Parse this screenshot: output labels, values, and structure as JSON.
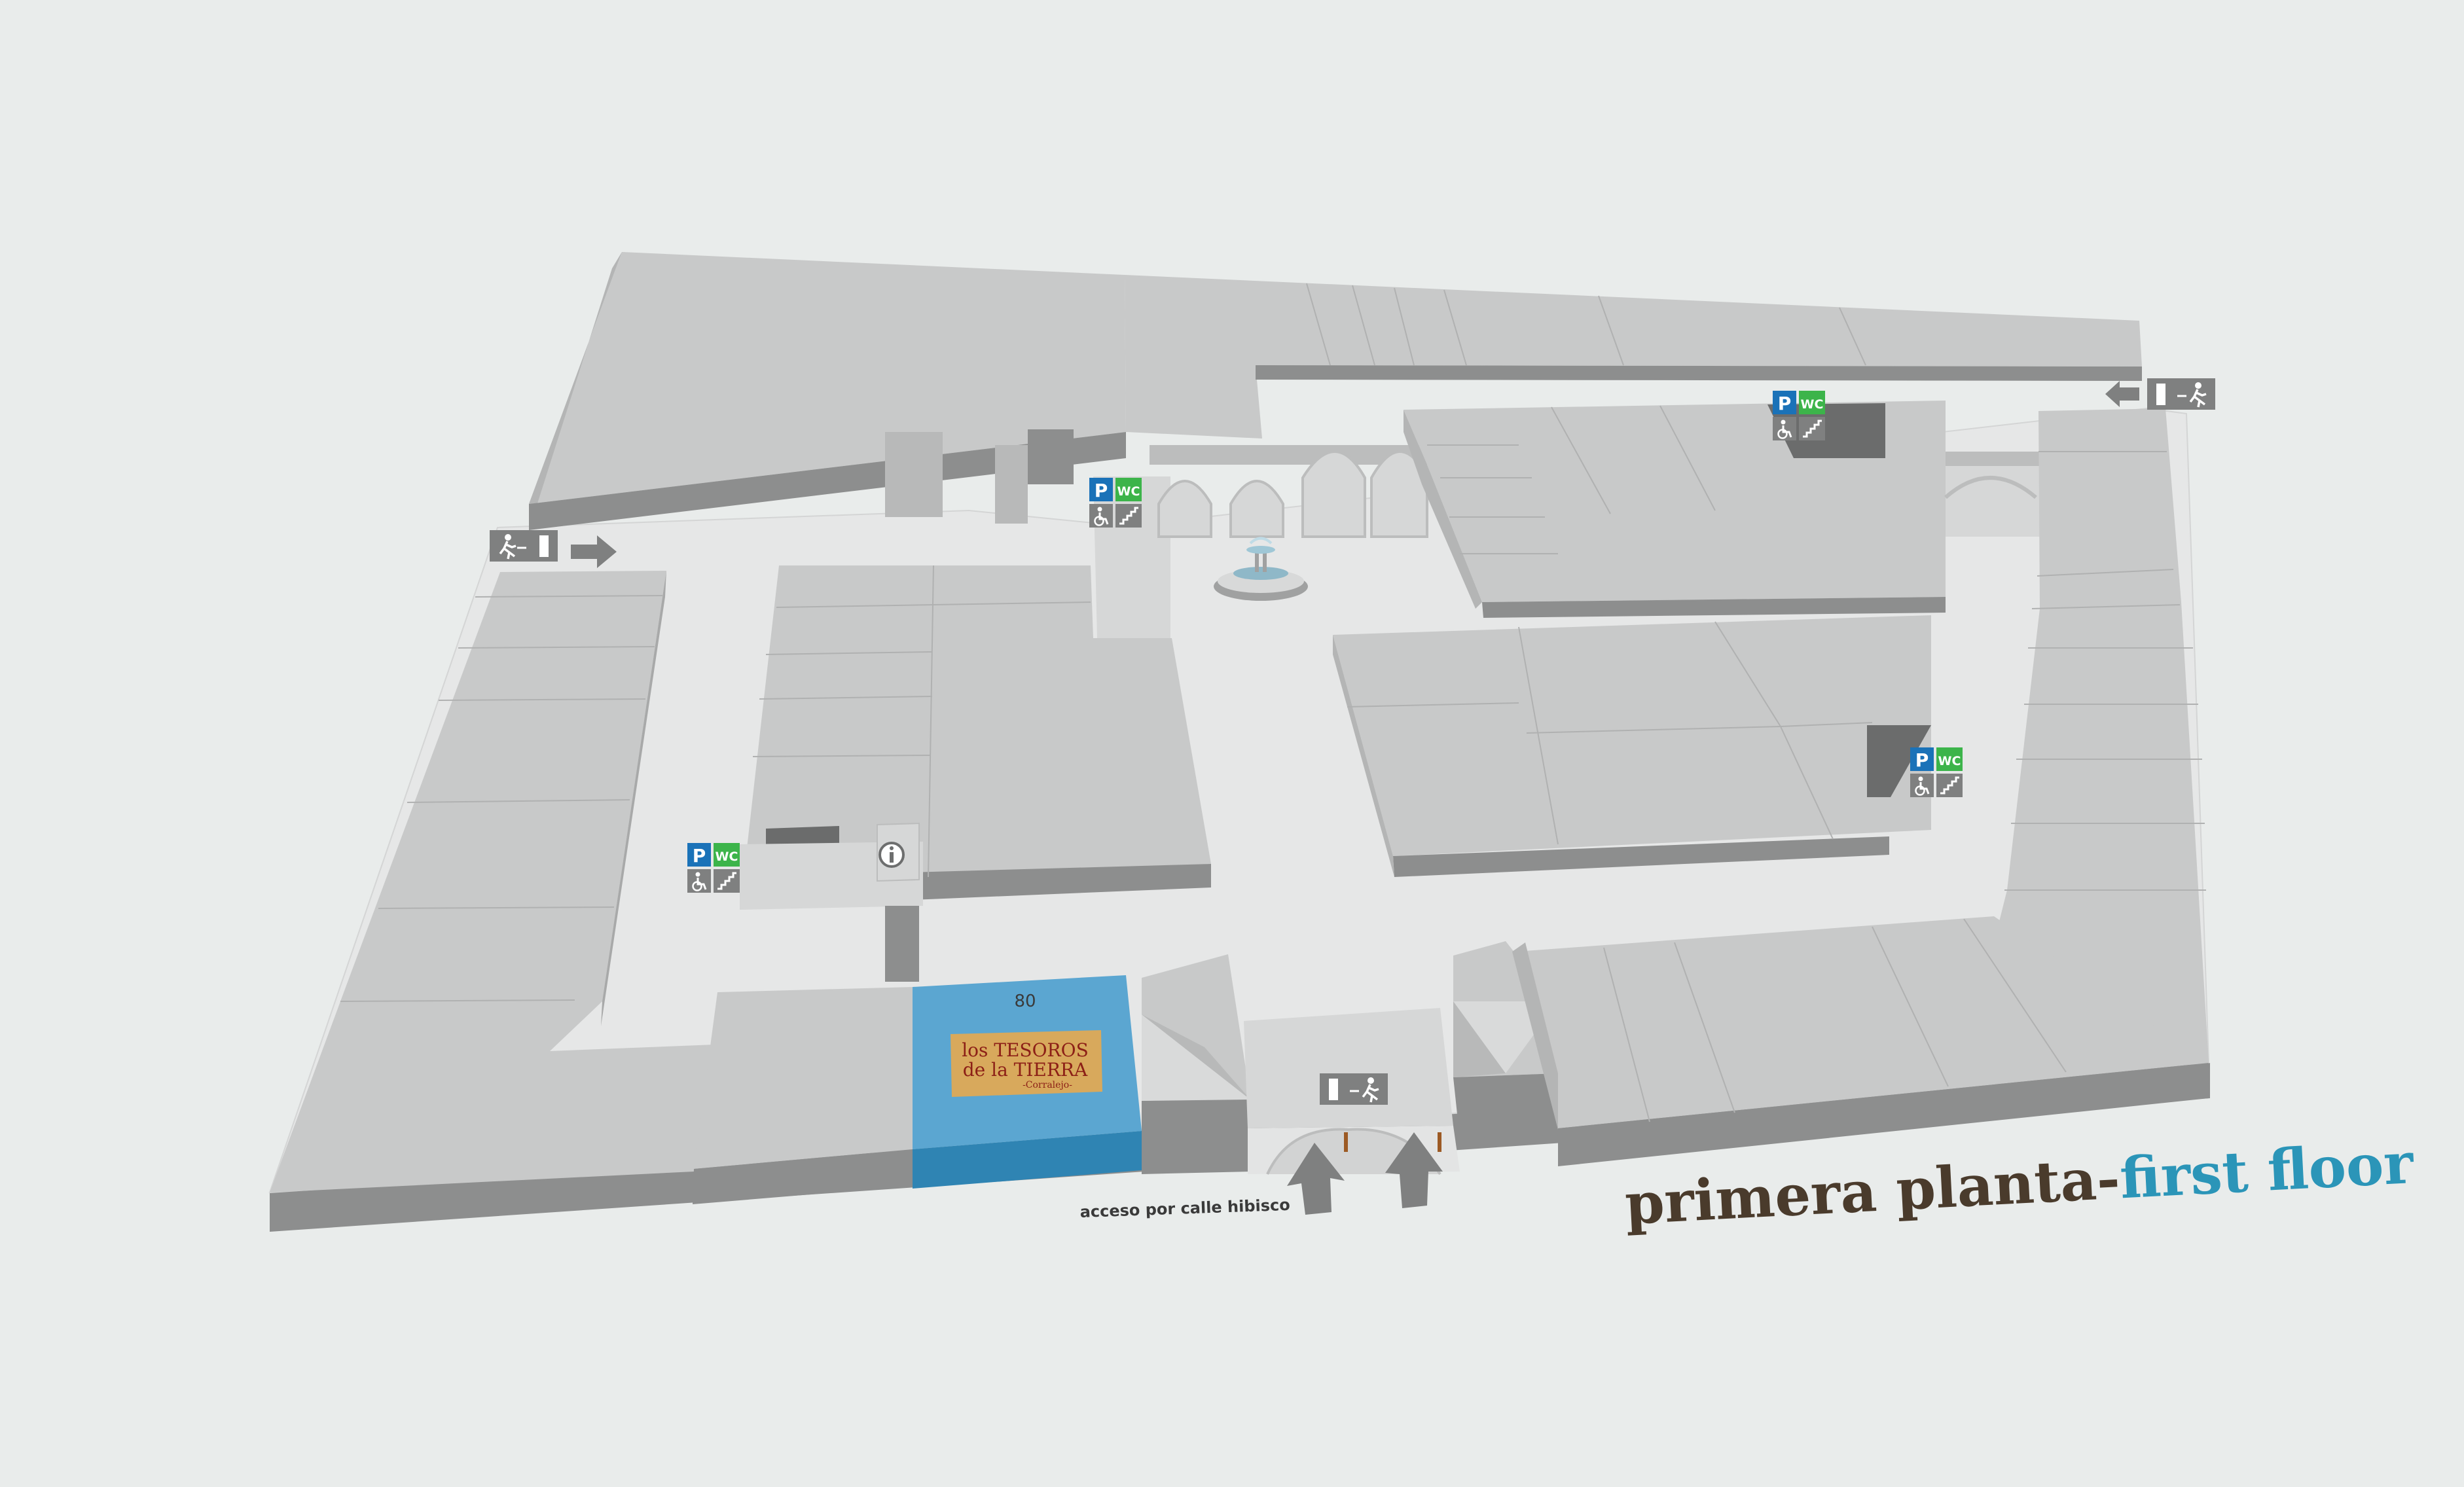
{
  "floor": {
    "label_es": "primera planta-",
    "label_en": "first floor"
  },
  "store": {
    "number": "80",
    "sign_line1": "los TESOROS",
    "sign_line2": "de la TIERRA",
    "sign_line3": "-Corralejo-"
  },
  "access": {
    "label": "acceso por calle hibisco"
  },
  "amenities": {
    "parking_letter": "P",
    "wc_label": "WC"
  },
  "colors": {
    "background": "#e9eceb",
    "floor_surface": "#e6e7e7",
    "block_top": "#c8c9c9",
    "block_wall": "#8d8e8e",
    "highlight_store": "#5ba6d1",
    "highlight_store_wall": "#2f84b3",
    "parking": "#1a72b8",
    "wc": "#3cb44a",
    "floor_label_es": "#4a3b2c",
    "floor_label_en": "#2b95b8"
  },
  "icons": [
    "parking-icon",
    "wc-icon",
    "wheelchair-icon",
    "stairs-icon",
    "emergency-exit-icon",
    "arrow-icon",
    "information-icon",
    "fountain-icon"
  ]
}
